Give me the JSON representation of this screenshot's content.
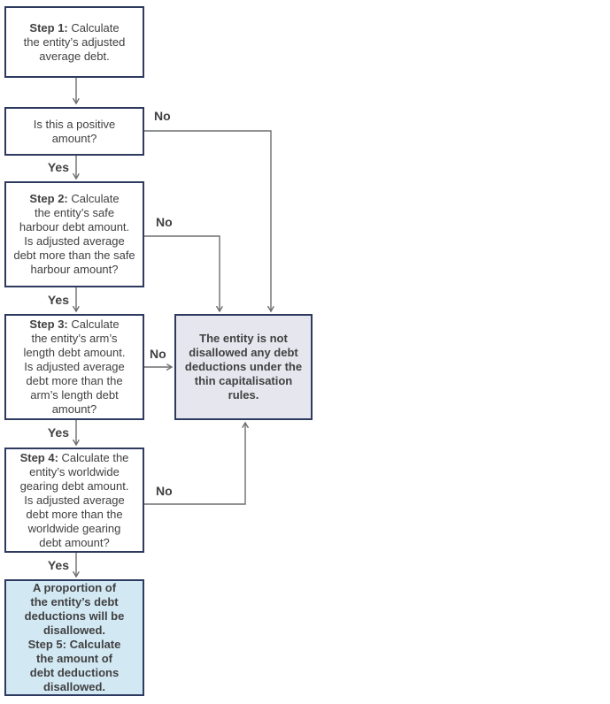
{
  "diagram": {
    "type": "flowchart",
    "title": "Thin capitalisation steps flowchart",
    "colors": {
      "box_border": "#2e3a5f",
      "text": "#414042",
      "connector_line": "#6d6e71",
      "neutral_result_fill": "#e6e7ee",
      "disallowed_result_fill": "#d2e9f3",
      "background": "#ffffff"
    },
    "labels": {
      "yes": "Yes",
      "no": "No"
    },
    "nodes": {
      "step1": {
        "bold": "Step 1:",
        "first_rest": " Calculate",
        "rest": [
          "the entity’s adjusted",
          "average debt."
        ]
      },
      "question_positive": {
        "lines": [
          "Is this a positive",
          "amount?"
        ]
      },
      "step2": {
        "bold": "Step 2:",
        "first_rest": " Calculate",
        "rest": [
          "the entity’s safe",
          "harbour debt amount.",
          "Is adjusted average",
          "debt more than the safe",
          "harbour amount?"
        ]
      },
      "step3": {
        "bold": "Step 3:",
        "first_rest": " Calculate",
        "rest": [
          "the entity’s arm’s",
          "length debt amount.",
          "Is adjusted average",
          "debt more than the",
          "arm’s length debt",
          "amount?"
        ]
      },
      "step4": {
        "bold": "Step 4:",
        "first_rest": " Calculate the",
        "rest": [
          "entity’s worldwide",
          "gearing debt amount.",
          "Is adjusted average",
          "debt more than the",
          "worldwide gearing",
          "debt amount?"
        ]
      },
      "not_disallowed": {
        "lines": [
          "The entity is not",
          "disallowed any debt",
          "deductions under the",
          "thin capitalisation",
          "rules."
        ]
      },
      "disallowed": {
        "lines": [
          "A proportion of",
          "the entity’s debt",
          "deductions will be",
          "disallowed.",
          "Step 5: Calculate",
          "the amount of",
          "debt deductions",
          "disallowed."
        ]
      }
    }
  }
}
